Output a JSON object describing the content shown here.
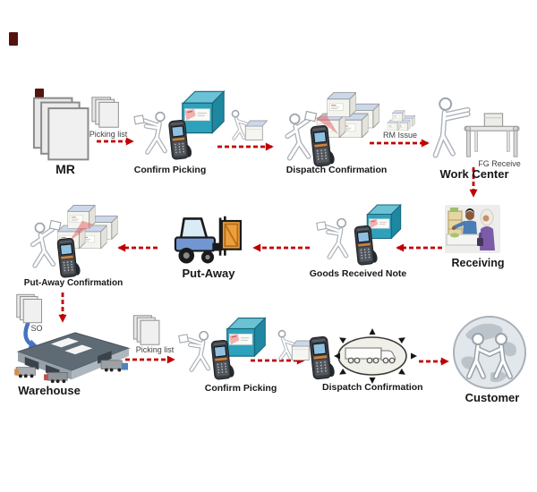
{
  "diagram": {
    "background": "#FFFFFF",
    "labels": {
      "mr": "MR",
      "picking_list_top": "Picking list",
      "confirm_picking_top": "Confirm Picking",
      "dispatch_confirmation_top": "Dispatch Confirmation",
      "rm_issue": "RM Issue",
      "fg_receive": "FG Receive",
      "work_center": "Work Center",
      "receiving": "Receiving",
      "goods_received_note": "Goods Received Note",
      "put_away": "Put-Away",
      "put_away_confirmation": "Put-Away Confirmation",
      "so": "SO",
      "warehouse": "Warehouse",
      "picking_list_bottom": "Picking list",
      "confirm_picking_bottom": "Confirm Picking",
      "dispatch_confirmation_bottom": "Dispatch Confirmation",
      "customer": "Customer"
    },
    "flows": [
      {
        "from": "MR",
        "to": "Confirm Picking",
        "via": "Picking list",
        "direction": "right"
      },
      {
        "from": "Confirm Picking",
        "to": "Dispatch Confirmation",
        "direction": "right"
      },
      {
        "from": "Dispatch Confirmation",
        "to": "Work Center",
        "via": "RM Issue",
        "direction": "right"
      },
      {
        "from": "Work Center",
        "to": "Receiving",
        "via": "FG Receive",
        "direction": "down"
      },
      {
        "from": "Receiving",
        "to": "Goods Received Note",
        "direction": "left"
      },
      {
        "from": "Goods Received Note",
        "to": "Put-Away",
        "direction": "left"
      },
      {
        "from": "Put-Away",
        "to": "Put-Away Confirmation",
        "direction": "left"
      },
      {
        "from": "Put-Away Confirmation",
        "to": "Warehouse",
        "direction": "down"
      },
      {
        "from": "SO",
        "to": "Warehouse",
        "direction": "down",
        "style": "blue-solid"
      },
      {
        "from": "Warehouse",
        "to": "Confirm Picking",
        "via": "Picking list",
        "direction": "right"
      },
      {
        "from": "Confirm Picking",
        "to": "Dispatch Confirmation",
        "direction": "right"
      },
      {
        "from": "Dispatch Confirmation",
        "to": "Customer",
        "direction": "right"
      }
    ],
    "colors": {
      "flow_arrow": "#C00000",
      "so_arrow": "#4472C4",
      "box_teal": "#2EA2BC",
      "carton_top": "#CBD7EB",
      "scanner_screen": "#8FC0E2",
      "forklift_body": "#7296D2",
      "crate_orange": "#EE9F3C",
      "warehouse_roof": "#5E6A74",
      "globe": "#E2E7EC",
      "label_text": "#171717"
    }
  }
}
